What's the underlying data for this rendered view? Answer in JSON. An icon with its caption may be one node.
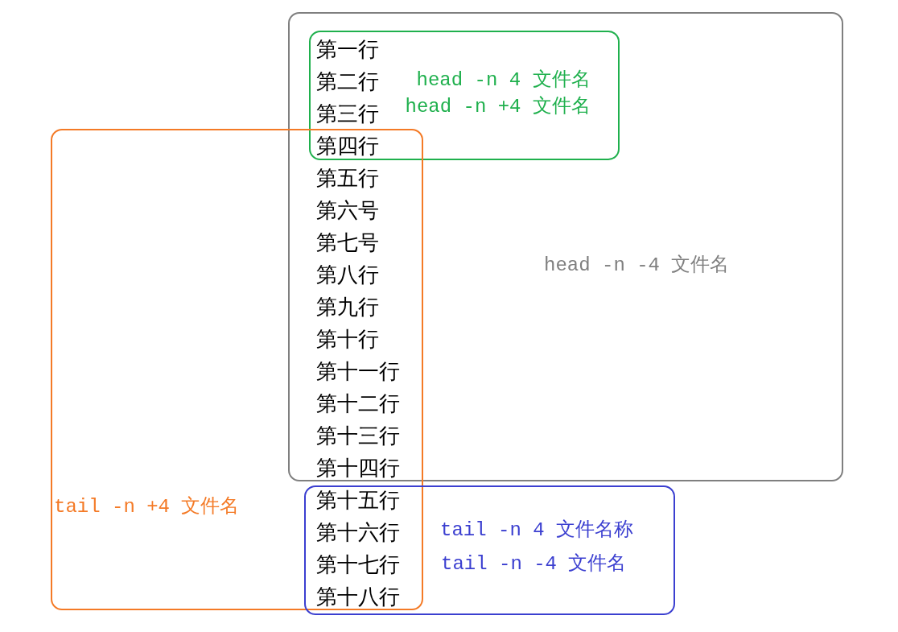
{
  "diagram": {
    "nodes": [
      {
        "text": [
          "head -n -4 文件名"
        ]
      },
      {
        "text": [
          "head -n 4 文件名",
          "head -n +4 文件名"
        ],
        "in": 0
      },
      {
        "text": [
          "tail -n +4 文件名"
        ]
      },
      {
        "text": [
          "tail -n 4 文件名称",
          "tail -n -4 文件名"
        ]
      }
    ],
    "edges": [],
    "labels": [
      "第一行",
      "第二行",
      "第三行",
      "第四行",
      "第五行",
      "第六号",
      "第七号",
      "第八行",
      "第九行",
      "第十行",
      "第十一行",
      "第十二行",
      "第十三行",
      "第十四行",
      "第十五行",
      "第十六行",
      "第十七行",
      "第十八行"
    ]
  }
}
